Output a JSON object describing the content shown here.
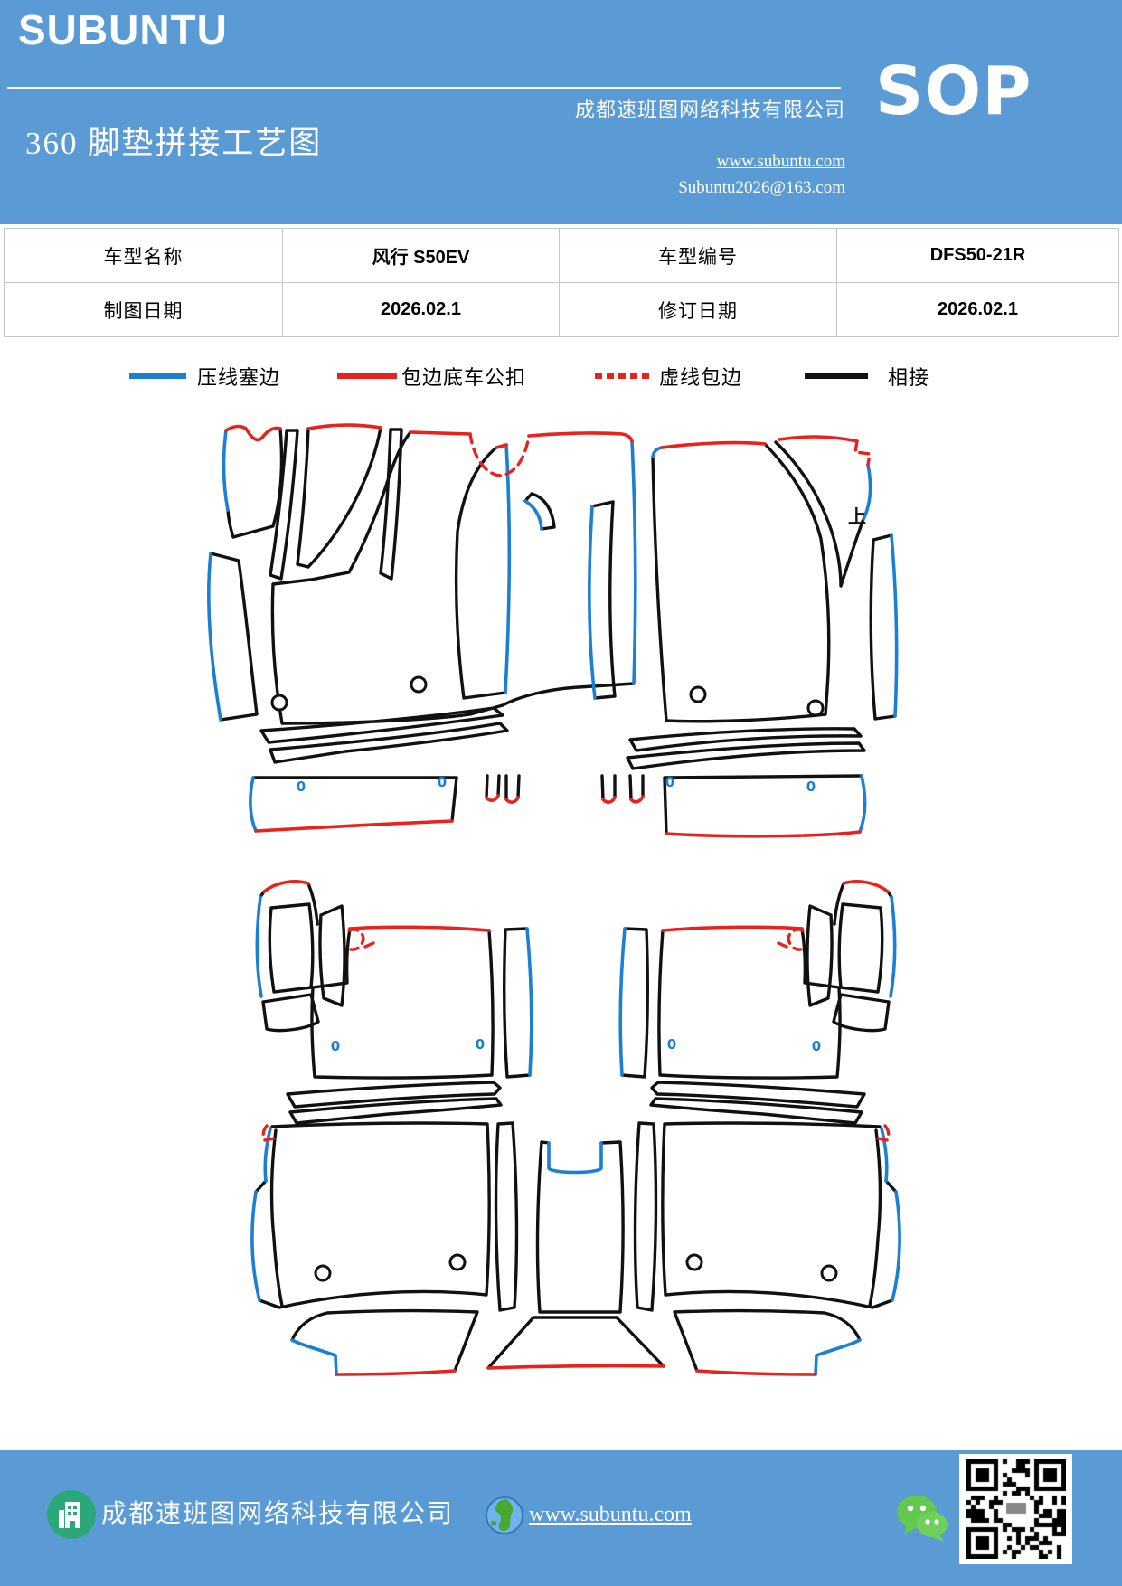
{
  "header": {
    "logo": "SUBUNTU",
    "company": "成都速班图网络科技有限公司",
    "badge": "SOP",
    "title": "360 脚垫拼接工艺图",
    "website": "www.subuntu.com",
    "email": "Subuntu2026@163.com",
    "bg_color": "#5B9BD5",
    "text_color": "#ffffff"
  },
  "info_table": {
    "rows": [
      [
        "车型名称",
        "风行 S50EV",
        "车型编号",
        "DFS50-21R"
      ],
      [
        "制图日期",
        "2026.02.1",
        "修订日期",
        "2026.02.1"
      ]
    ]
  },
  "legend": {
    "items": [
      {
        "label": "压线塞边",
        "color": "#1b7fd4",
        "style": "solid"
      },
      {
        "label": "包边底车公扣",
        "color": "#e8221c",
        "style": "solid"
      },
      {
        "label": "虚线包边",
        "color": "#e8221c",
        "style": "dashed"
      },
      {
        "label": "相接",
        "color": "#111111",
        "style": "solid"
      }
    ]
  },
  "diagram": {
    "orientation_label": "上",
    "grommet_mark": "0",
    "line_colors": {
      "press_edge_blue": "#1b7fd4",
      "binding_red": "#e8221c",
      "join_black": "#111111"
    }
  },
  "footer": {
    "company": "成都速班图网络科技有限公司",
    "website": "www.subuntu.com",
    "bg_color": "#5B9BD5"
  }
}
